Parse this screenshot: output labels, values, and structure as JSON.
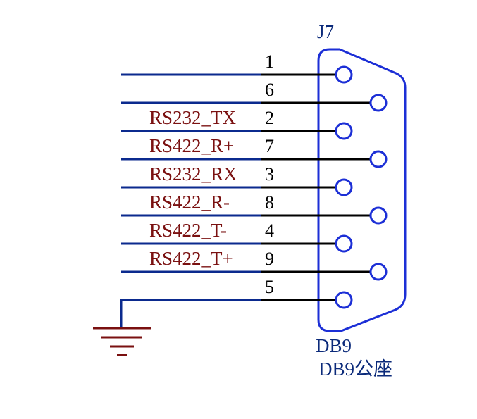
{
  "connector": {
    "designator": "J7",
    "part": "DB9",
    "description": "DB9公座",
    "body_color": "#1c2fd6",
    "net_label_color": "#7a1010",
    "wire_color": "#0b2a8e"
  },
  "pins": [
    {
      "number": "1",
      "net": ""
    },
    {
      "number": "6",
      "net": ""
    },
    {
      "number": "2",
      "net": "RS232_TX"
    },
    {
      "number": "7",
      "net": "RS422_R+"
    },
    {
      "number": "3",
      "net": "RS232_RX"
    },
    {
      "number": "8",
      "net": "RS422_R-"
    },
    {
      "number": "4",
      "net": "RS422_T-"
    },
    {
      "number": "9",
      "net": "RS422_T+"
    },
    {
      "number": "5",
      "net": ""
    }
  ],
  "ground": {
    "symbol": "ground-icon"
  }
}
